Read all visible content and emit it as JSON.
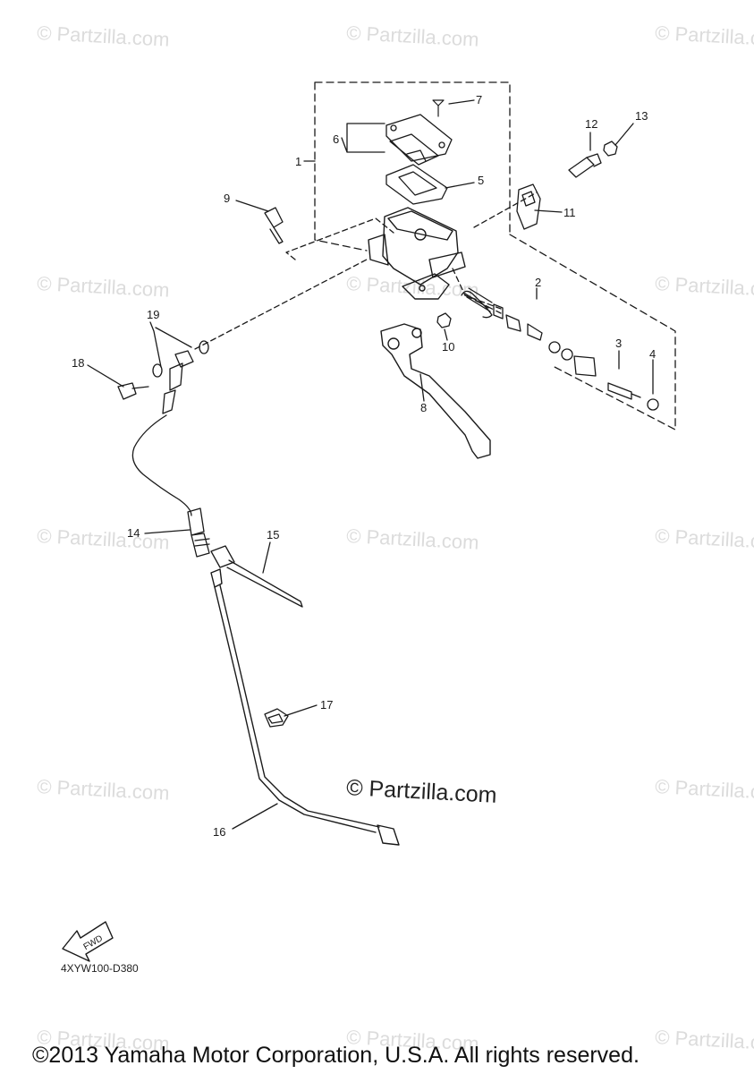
{
  "watermark": "© Partzilla.com",
  "main_watermark": "© Partzilla.com",
  "diagram_code": "4XYW100-D380",
  "fwd_label": "FWD",
  "copyright": "©2013 Yamaha Motor Corporation, U.S.A. All rights reserved.",
  "callouts": {
    "c1": "1",
    "c2": "2",
    "c3": "3",
    "c4": "4",
    "c5": "5",
    "c6": "6",
    "c7": "7",
    "c8": "8",
    "c9": "9",
    "c10": "10",
    "c11": "11",
    "c12": "12",
    "c13": "13",
    "c14": "14",
    "c15": "15",
    "c16": "16",
    "c17": "17",
    "c18": "18",
    "c19": "19"
  },
  "colors": {
    "line": "#1a1a1a",
    "watermark": "#dcdcdc"
  }
}
